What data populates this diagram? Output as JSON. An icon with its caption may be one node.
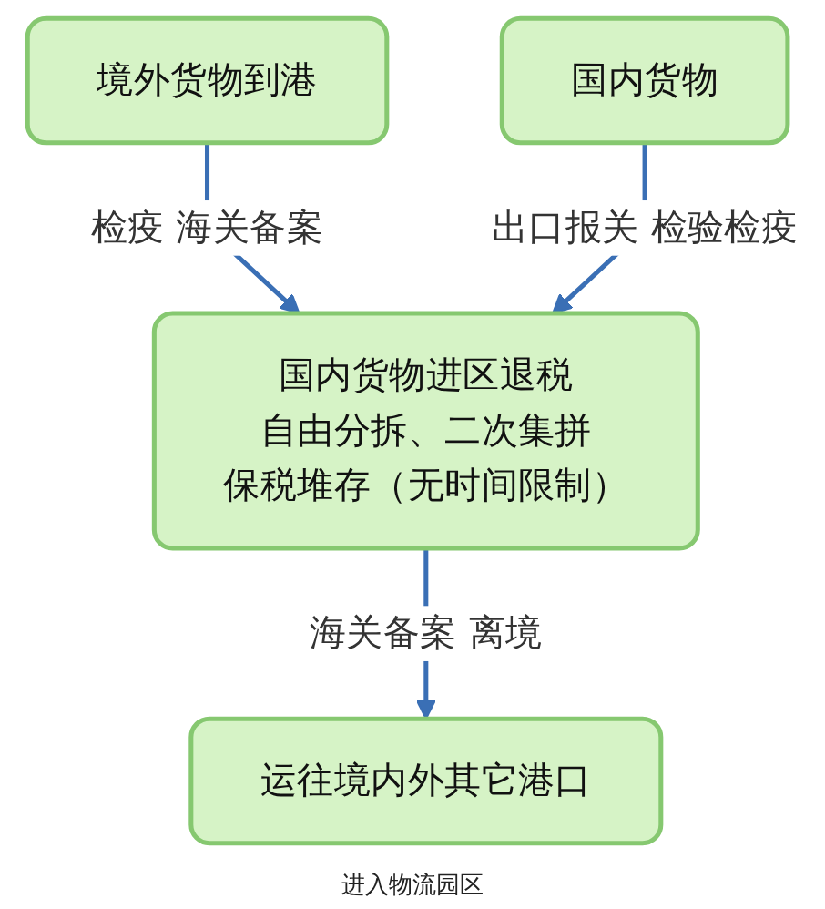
{
  "diagram": {
    "nodes": [
      {
        "text": [
          "境外货物到港"
        ]
      },
      {
        "text": [
          "国内货物"
        ]
      },
      {
        "text": [
          "国内货物进区退税",
          "自由分拆、二次集拼",
          "保税堆存（无时间限制）"
        ]
      },
      {
        "text": [
          "运往境内外其它港口"
        ]
      }
    ],
    "edges": [
      {
        "from": 0,
        "to": 2,
        "arrow": "to",
        "label": "检疫 海关备案"
      },
      {
        "from": 1,
        "to": 2,
        "arrow": "to",
        "label": "出口报关 检验检疫"
      },
      {
        "from": 2,
        "to": 3,
        "arrow": "to",
        "label": "海关备案 离境"
      }
    ],
    "labels": [
      "进入物流园区"
    ]
  }
}
